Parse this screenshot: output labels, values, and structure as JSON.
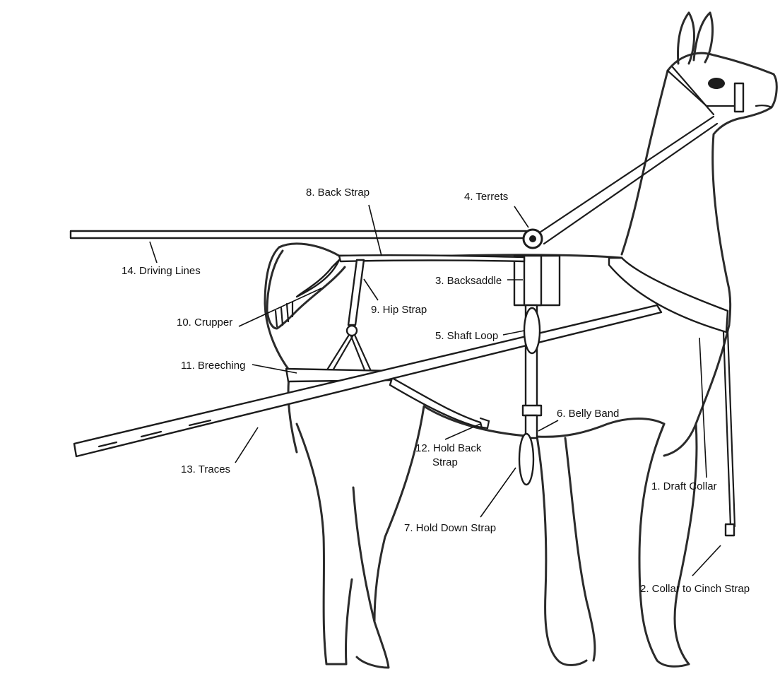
{
  "labels": {
    "l1": "1. Draft Collar",
    "l2": "2. Collar to Cinch Strap",
    "l3": "3. Backsaddle",
    "l4": "4. Terrets",
    "l5": "5. Shaft Loop",
    "l6": "6. Belly Band",
    "l7": "7. Hold Down Strap",
    "l8": "8. Back Strap",
    "l9": "9. Hip Strap",
    "l10": "10. Crupper",
    "l11": "11. Breeching",
    "l12a": "12. Hold Back",
    "l12b": "Strap",
    "l13": "13. Traces",
    "l14": "14. Driving Lines"
  },
  "colors": {
    "ink": "#1c1c1c",
    "paper": "#ffffff"
  }
}
